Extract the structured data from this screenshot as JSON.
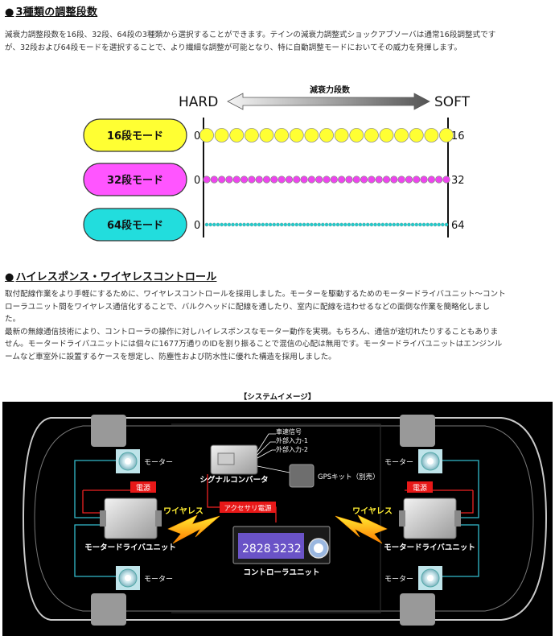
{
  "section1": {
    "title": "3種類の調整段数",
    "paragraph_lines": [
      "減衰力調整段数を16段、32段、64段の3種類から選択することができます。テインの減衰力調整式ショックアブソーバは通常16段調整式です",
      "が、32段および64段モードを選択することで、より繊細な調整が可能となり、特に自動調整モードにおいてその威力を発揮します。"
    ]
  },
  "modes_diagram": {
    "hard_label": "HARD",
    "soft_label": "SOFT",
    "arrow_label": "減衰力段数",
    "modes": [
      {
        "label": "16段モード",
        "start": "0",
        "end": "16",
        "steps": 16,
        "pill_color": "#ffff33",
        "dot_color": "#ffff33"
      },
      {
        "label": "32段モード",
        "start": "0",
        "end": "32",
        "steps": 32,
        "pill_color": "#ff55ff",
        "dot_color": "#ee44ee"
      },
      {
        "label": "64段モード",
        "start": "0",
        "end": "64",
        "steps": 64,
        "pill_color": "#22dddd",
        "dot_color": "#22cccc"
      }
    ]
  },
  "section2": {
    "title": "ハイレスポンス・ワイヤレスコントロール",
    "paragraph_lines": [
      "取付配線作業をより手軽にするために、ワイヤレスコントロールを採用しました。モーターを駆動するためのモータードライバユニット～コント",
      "ローラユニット間をワイヤレス通信化することで、バルクヘッドに配線を通したり、室内に配線を這わせるなどの面倒な作業を簡略化しまし",
      "た。",
      "最新の無線通信技術により、コントローラの操作に対しハイレスポンスなモーター動作を実現。もちろん、通信が途切れたりすることもありま",
      "せん。モータードライバユニットには個々に1677万通りのIDを割り振ることで混信の心配は無用です。モータードライバユニットはエンジンル",
      "ームなど車室外に設置するケースを想定し、防塵性および防水性に優れた構造を採用しました。"
    ]
  },
  "system_diagram": {
    "caption": "【システムイメージ】",
    "motor_label": "モーター",
    "driver_label": "モータードライバユニット",
    "power_label": "電源",
    "wireless_label": "ワイヤレス",
    "signal_converter_label": "シグナルコンバータ",
    "signal_inputs": [
      "車速信号",
      "外部入力-1",
      "外部入力-2"
    ],
    "gps_label": "GPSキット（別売）",
    "accessory_power_label": "アクセサリ電源",
    "controller_label": "コントローラユニット",
    "display_left": "2828",
    "display_right": "3232"
  }
}
